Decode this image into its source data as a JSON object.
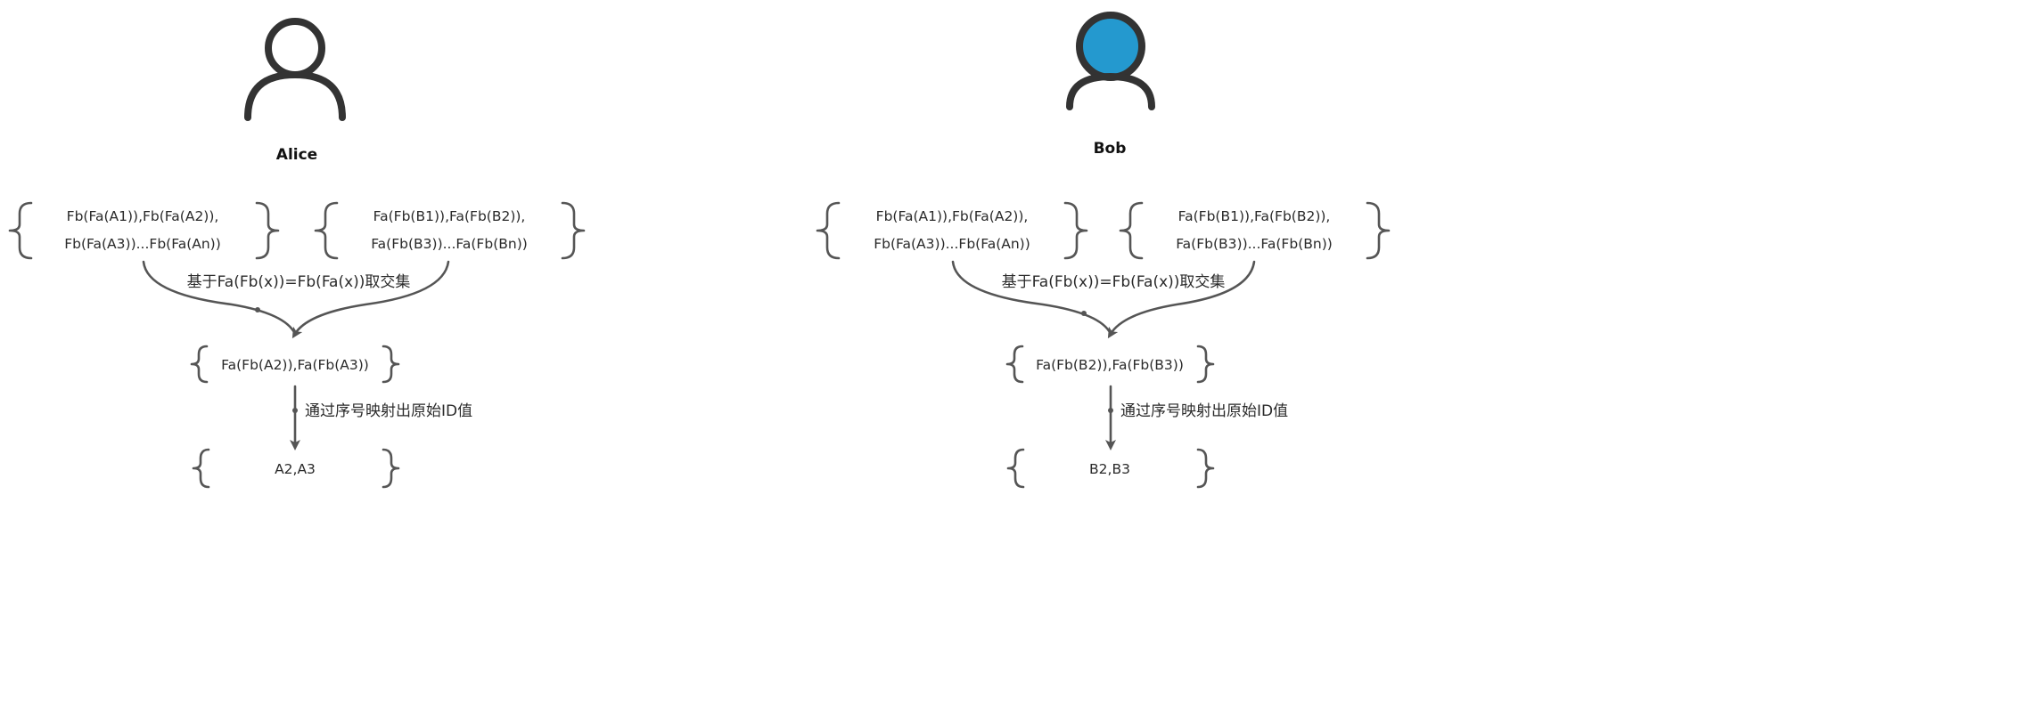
{
  "alice": {
    "name": "Alice",
    "set_a": [
      "Fb(Fa(A1)),Fb(Fa(A2)),",
      "Fb(Fa(A3))...Fb(Fa(An))"
    ],
    "set_b": [
      "Fa(Fb(B1)),Fa(Fb(B2)),",
      "Fa(Fb(B3))...Fa(Fb(Bn))"
    ],
    "intersect_label": "基于Fa(Fb(x))=Fb(Fa(x))取交集",
    "intersection": "Fa(Fb(A2)),Fa(Fb(A3))",
    "map_label": "通过序号映射出原始ID值",
    "result": "A2,A3",
    "icon_fill": "#ffffff"
  },
  "bob": {
    "name": "Bob",
    "set_a": [
      "Fb(Fa(A1)),Fb(Fa(A2)),",
      "Fb(Fa(A3))...Fb(Fa(An))"
    ],
    "set_b": [
      "Fa(Fb(B1)),Fa(Fb(B2)),",
      "Fa(Fb(B3))...Fa(Fb(Bn))"
    ],
    "intersect_label": "基于Fa(Fb(x))=Fb(Fa(x))取交集",
    "intersection": "Fa(Fb(B2)),Fa(Fb(B3))",
    "map_label": "通过序号映射出原始ID值",
    "result": "B2,B3",
    "icon_fill": "#2499cf"
  },
  "colors": {
    "line": "#555555",
    "icon_outline": "#333333"
  }
}
